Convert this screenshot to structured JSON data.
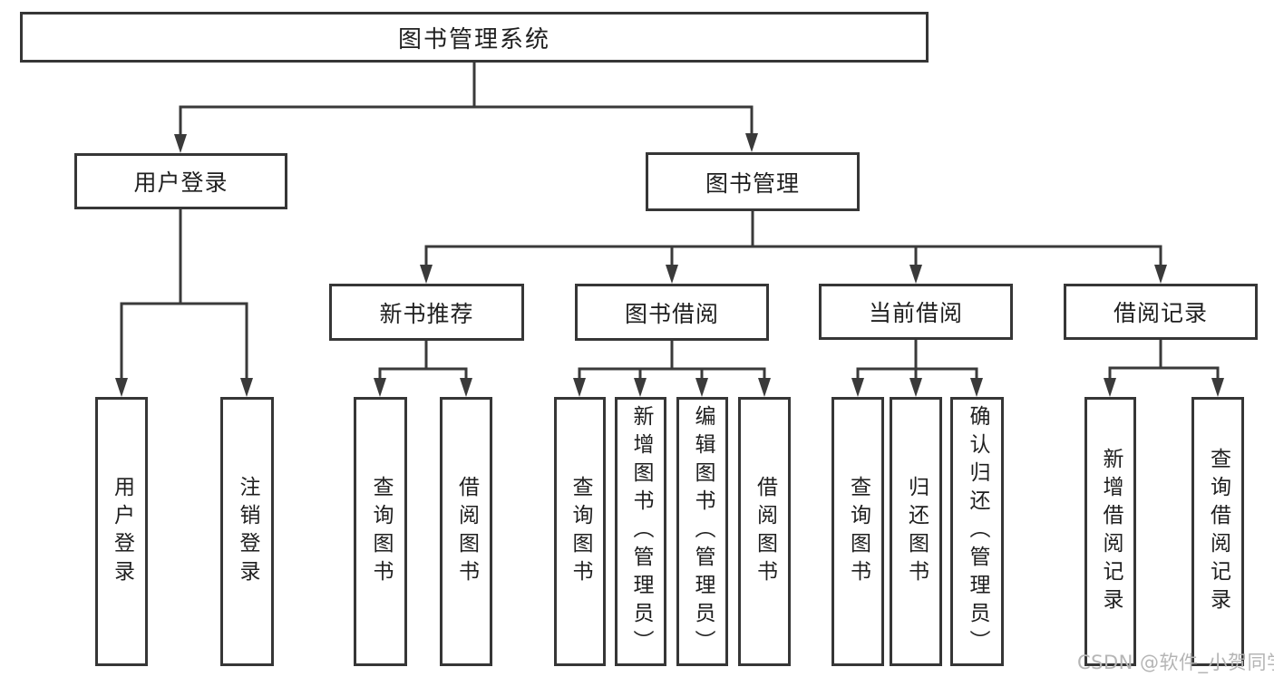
{
  "diagram_title": "图书管理系统",
  "colors": {
    "line": "#3a3a3a",
    "box_border": "#363636",
    "text": "#1f1f1f",
    "background": "#ffffff",
    "watermark": "#b5b5b5"
  },
  "tree": {
    "root": {
      "label": "图书管理系统"
    },
    "children": [
      {
        "label": "用户登录",
        "leaves": [
          "用户登录",
          "注销登录"
        ]
      },
      {
        "label": "图书管理",
        "children": [
          {
            "label": "新书推荐",
            "leaves": [
              "查询图书",
              "借阅图书"
            ]
          },
          {
            "label": "图书借阅",
            "leaves": [
              "查询图书",
              "新增图书（管理员）",
              "编辑图书（管理员）",
              "借阅图书"
            ]
          },
          {
            "label": "当前借阅",
            "leaves": [
              "查询图书",
              "归还图书",
              "确认归还（管理员）"
            ]
          },
          {
            "label": "借阅记录",
            "leaves": [
              "新增借阅记录",
              "查询借阅记录"
            ]
          }
        ]
      }
    ]
  },
  "watermark": {
    "text": "CSDN @软件_小贺同学"
  }
}
